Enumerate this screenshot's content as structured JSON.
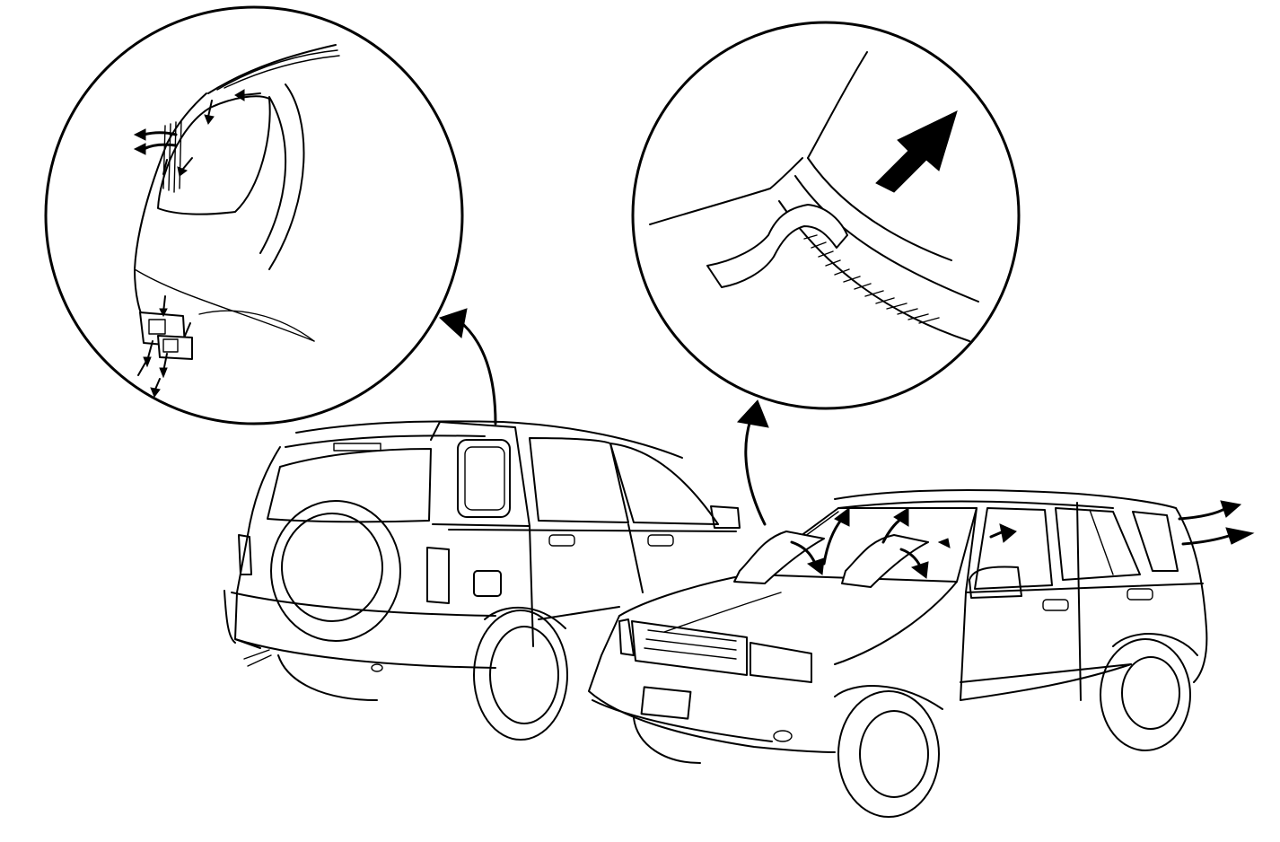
{
  "diagram": {
    "description_labels": [],
    "colors": {
      "line": "#000000",
      "background": "#ffffff"
    },
    "detail_views": [
      {
        "id": "rear-pillar-detail",
        "icon": "zoom-detail-circle"
      },
      {
        "id": "windshield-seal-detail",
        "icon": "zoom-detail-circle"
      }
    ],
    "vehicles": [
      {
        "id": "rear-view-suv",
        "icon": "suv-rear-three-quarter"
      },
      {
        "id": "front-view-suv",
        "icon": "suv-front-three-quarter"
      }
    ],
    "flow_arrows": {
      "icon": "airflow-arrow"
    }
  }
}
